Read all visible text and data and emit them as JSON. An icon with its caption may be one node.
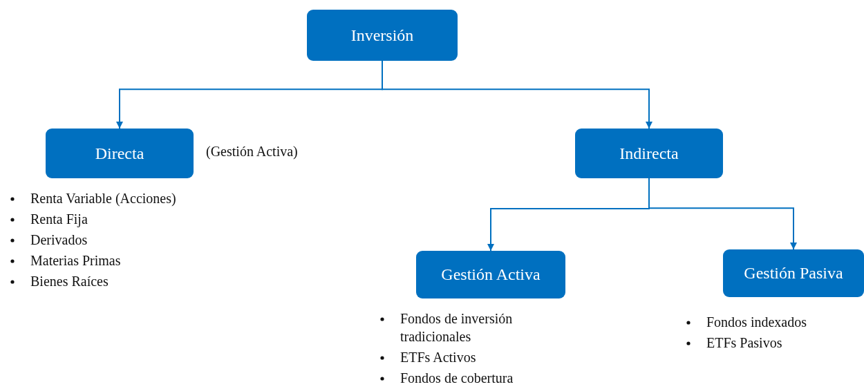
{
  "diagram": {
    "nodes": [
      {
        "text": [
          "Inversión"
        ]
      },
      {
        "text": [
          "Directa"
        ],
        "beside": [
          "(Gestión Activa)",
          "Renta Variable (Acciones)",
          "Renta Fija",
          "Derivados",
          "Materias Primas",
          "Bienes Raíces"
        ]
      },
      {
        "text": [
          "Indirecta"
        ]
      },
      {
        "text": [
          "Gestión Activa"
        ],
        "beside": [
          "Fondos de inversión tradicionales",
          "ETFs Activos",
          "Fondos de cobertura"
        ]
      },
      {
        "text": [
          "Gestión Pasiva"
        ],
        "beside": [
          "Fondos indexados",
          "ETFs Pasivos"
        ]
      }
    ],
    "edges": [
      {
        "from": 0,
        "to": 1,
        "arrow": "to"
      },
      {
        "from": 0,
        "to": 2,
        "arrow": "to"
      },
      {
        "from": 2,
        "to": 3,
        "arrow": "to"
      },
      {
        "from": 2,
        "to": 4,
        "arrow": "to"
      }
    ]
  }
}
